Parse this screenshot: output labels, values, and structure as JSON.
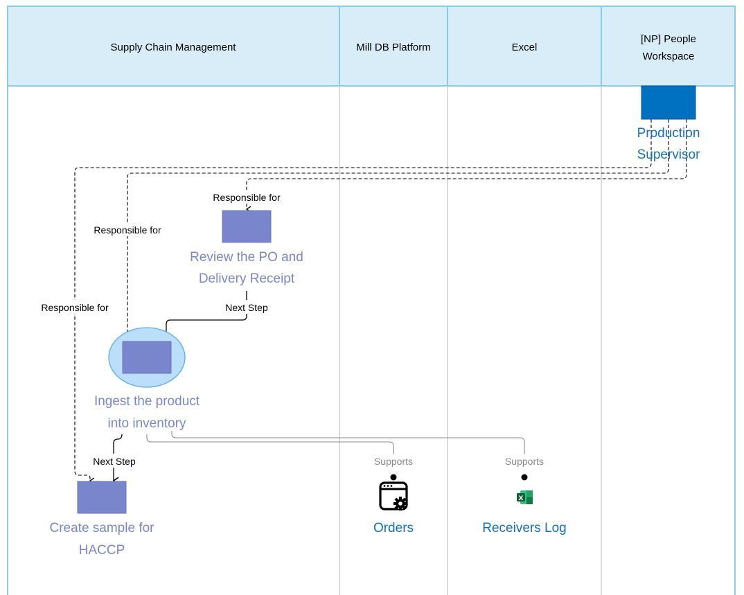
{
  "lanes": [
    {
      "id": "scm",
      "label_lines": [
        "Supply Chain Management"
      ]
    },
    {
      "id": "milldb",
      "label_lines": [
        "Mill DB Platform"
      ]
    },
    {
      "id": "excel",
      "label_lines": [
        "Excel"
      ]
    },
    {
      "id": "people",
      "label_lines": [
        "[NP] People",
        "Workspace"
      ]
    }
  ],
  "nodes": {
    "production_supervisor": {
      "label_lines": [
        "Production",
        "Supervisor"
      ],
      "icon": "person-block-icon"
    },
    "review_po": {
      "label_lines": [
        "Review the PO and",
        "Delivery Receipt"
      ],
      "icon": "process-block-icon"
    },
    "ingest_product": {
      "label_lines": [
        "Ingest the product",
        "into inventory"
      ],
      "icon": "process-block-icon"
    },
    "create_sample": {
      "label_lines": [
        "Create sample for",
        "HACCP"
      ],
      "icon": "process-block-icon"
    },
    "orders": {
      "label_lines": [
        "Orders"
      ],
      "icon": "app-settings-icon"
    },
    "receivers_log": {
      "label_lines": [
        "Receivers Log"
      ],
      "icon": "excel-icon"
    }
  },
  "edges": [
    {
      "id": "resp_review",
      "label": "Responsible for"
    },
    {
      "id": "resp_ingest",
      "label": "Responsible for"
    },
    {
      "id": "resp_create",
      "label": "Responsible for"
    },
    {
      "id": "next_review_ingest",
      "label": "Next Step"
    },
    {
      "id": "next_ingest_create",
      "label": "Next Step"
    },
    {
      "id": "supports_orders",
      "label": "Supports"
    },
    {
      "id": "supports_receivers",
      "label": "Supports"
    }
  ],
  "colors": {
    "lane_header_fill": "#d9edf9",
    "lane_border": "#8ccaea",
    "lane_divider": "#c8c8c8",
    "process_fill": "#7986cb",
    "process_text": "#7986cb",
    "person_fill": "#0070c0",
    "link_text": "#1170bf",
    "highlight_fill": "#bbdefb",
    "highlight_stroke": "#5aace8",
    "excel_green": "#1e7145"
  }
}
